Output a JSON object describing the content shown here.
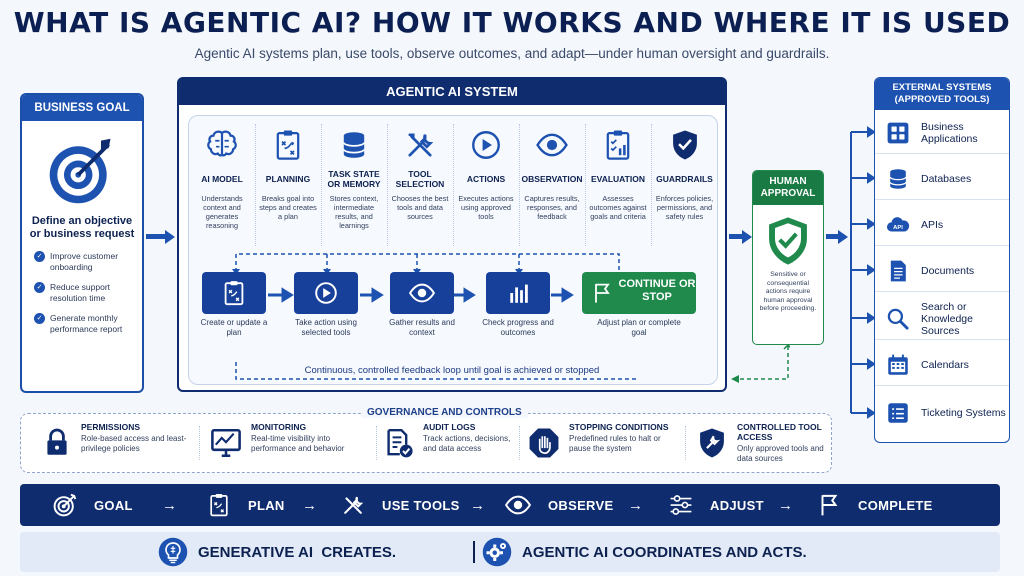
{
  "header": {
    "title": "WHAT IS AGENTIC AI? HOW IT WORKS AND WHERE IT IS USED",
    "subtitle": "Agentic AI systems plan, use tools, observe outcomes, and adapt—under human oversight and guardrails."
  },
  "business_goal": {
    "heading": "BUSINESS GOAL",
    "definition": "Define an objective or business request",
    "examples": [
      "Improve customer onboarding",
      "Reduce support resolution time",
      "Generate monthly performance report"
    ]
  },
  "system": {
    "heading": "AGENTIC AI SYSTEM",
    "components": [
      {
        "label": "AI MODEL",
        "desc": "Understands context and generates reasoning",
        "icon": "brain-icon"
      },
      {
        "label": "PLANNING",
        "desc": "Breaks goal into steps and creates a plan",
        "icon": "clipboard-plan-icon"
      },
      {
        "label": "TASK STATE OR MEMORY",
        "desc": "Stores context, intermediate results, and learnings",
        "icon": "database-icon"
      },
      {
        "label": "TOOL SELECTION",
        "desc": "Chooses the best tools and data sources",
        "icon": "tools-icon"
      },
      {
        "label": "ACTIONS",
        "desc": "Executes actions using approved tools",
        "icon": "play-icon"
      },
      {
        "label": "OBSERVATION",
        "desc": "Captures results, responses, and feedback",
        "icon": "eye-icon"
      },
      {
        "label": "EVALUATION",
        "desc": "Assesses outcomes against goals and criteria",
        "icon": "checklist-icon"
      },
      {
        "label": "GUARDRAILS",
        "desc": "Enforces policies, permissions, and safety rules",
        "icon": "shield-icon"
      }
    ],
    "loop": [
      {
        "label": "Create or update a plan",
        "icon": "clipboard-plan-icon"
      },
      {
        "label": "Take action using selected tools",
        "icon": "play-icon"
      },
      {
        "label": "Gather results and context",
        "icon": "eye-icon"
      },
      {
        "label": "Check progress and outcomes",
        "icon": "bar-chart-icon"
      },
      {
        "label": "Adjust plan or complete goal",
        "tile_text": "CONTINUE OR STOP",
        "icon": "flag-icon"
      }
    ],
    "loop_caption": "Continuous, controlled feedback loop until goal is achieved or stopped"
  },
  "human_approval": {
    "heading": "HUMAN APPROVAL",
    "desc": "Sensitive or consequential actions require human approval before proceeding."
  },
  "external": {
    "heading": "EXTERNAL SYSTEMS (APPROVED TOOLS)",
    "items": [
      {
        "label": "Business Applications",
        "icon": "apps-grid-icon"
      },
      {
        "label": "Databases",
        "icon": "database-icon"
      },
      {
        "label": "APIs",
        "icon": "api-cloud-icon"
      },
      {
        "label": "Documents",
        "icon": "document-icon"
      },
      {
        "label": "Search or Knowledge Sources",
        "icon": "search-icon"
      },
      {
        "label": "Calendars",
        "icon": "calendar-icon"
      },
      {
        "label": "Ticketing Systems",
        "icon": "ticket-icon"
      }
    ]
  },
  "governance": {
    "heading": "GOVERNANCE AND CONTROLS",
    "items": [
      {
        "name": "PERMISSIONS",
        "desc": "Role-based access and least-privilege policies",
        "icon": "lock-icon"
      },
      {
        "name": "MONITORING",
        "desc": "Real-time visibility into performance and behavior",
        "icon": "monitor-icon"
      },
      {
        "name": "AUDIT LOGS",
        "desc": "Track actions, decisions, and data access",
        "icon": "audit-log-icon"
      },
      {
        "name": "STOPPING CONDITIONS",
        "desc": "Predefined rules to halt or pause the system",
        "icon": "stop-hand-icon"
      },
      {
        "name": "CONTROLLED TOOL ACCESS",
        "desc": "Only approved tools and data sources",
        "icon": "shield-wrench-icon"
      }
    ]
  },
  "flow": {
    "steps": [
      {
        "label": "GOAL",
        "icon": "target-icon"
      },
      {
        "label": "PLAN",
        "icon": "clipboard-plan-icon"
      },
      {
        "label": "USE TOOLS",
        "icon": "tools-icon"
      },
      {
        "label": "OBSERVE",
        "icon": "eye-icon"
      },
      {
        "label": "ADJUST",
        "icon": "sliders-icon"
      },
      {
        "label": "COMPLETE",
        "icon": "flag-icon"
      }
    ],
    "arrow": "→"
  },
  "banner": {
    "left": "GENERATIVE AI  CREATES.",
    "right": "AGENTIC AI COORDINATES AND ACTS.",
    "left_icon": "ai-bulb-icon",
    "right_icon": "gear-network-icon"
  },
  "colors": {
    "navy": "#0f2c6e",
    "blue": "#1d52b0",
    "green": "#1f8a4c",
    "light": "#e2eaf7"
  }
}
